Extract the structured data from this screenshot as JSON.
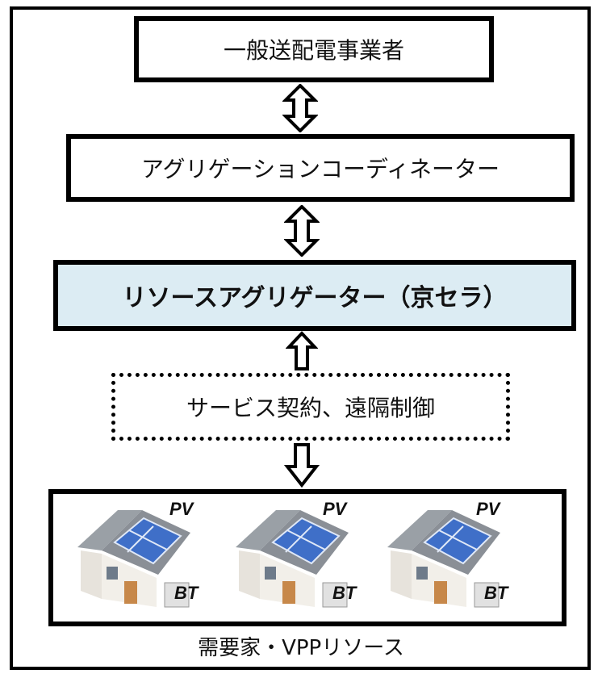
{
  "boxes": {
    "top": "一般送配電事業者",
    "coordinator": "アグリゲーションコーディネーター",
    "resource_aggregator": "リソースアグリゲーター（京セラ）",
    "service": "サービス契約、遠隔制御"
  },
  "resources": {
    "pv_label": "PV",
    "bt_label": "BT",
    "caption": "需要家・VPPリソース"
  },
  "colors": {
    "highlight": "#dcecf3",
    "panel": "#3f6fc8",
    "roof": "#8a8f96",
    "wall": "#f2efe9"
  }
}
